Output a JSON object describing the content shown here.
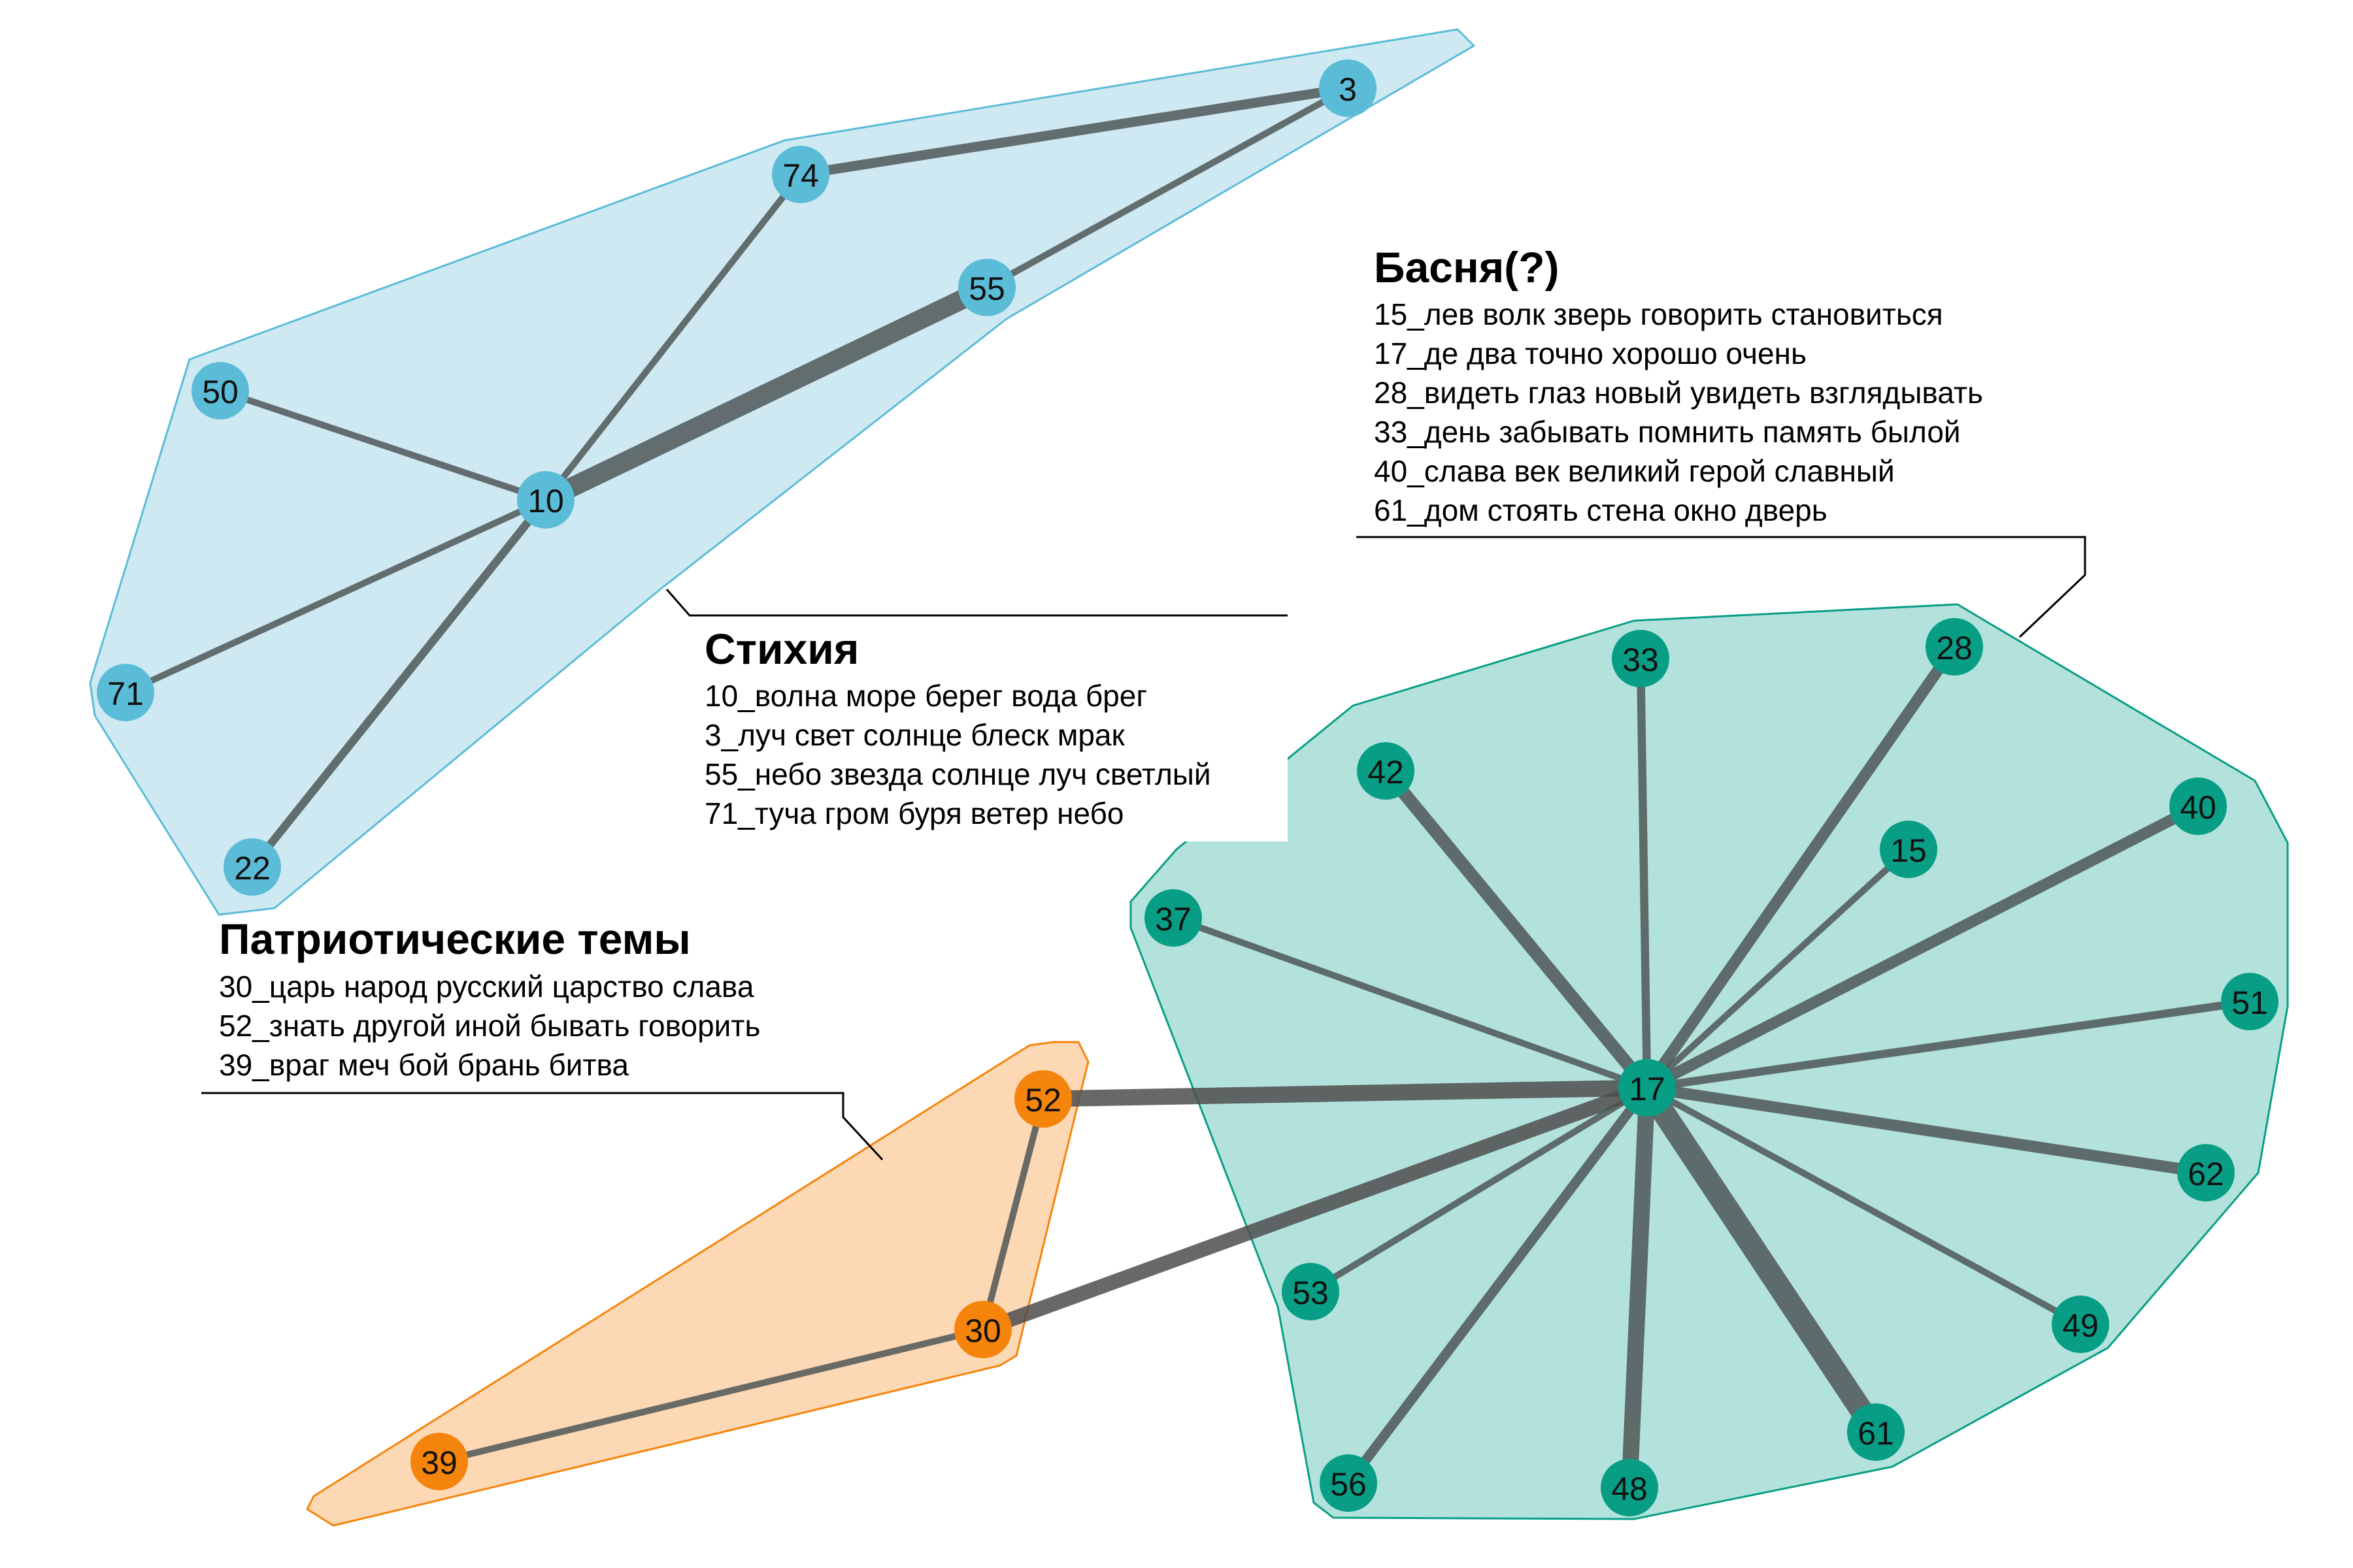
{
  "clusters": [
    {
      "id": "stikhiya",
      "name": "Стихия",
      "color": "#5bbcd8",
      "lines": [
        "10_волна море берег вода брег",
        "3_луч свет солнце блеск мрак",
        "55_небо звезда солнце луч светлый",
        "71_туча гром буря ветер небо"
      ]
    },
    {
      "id": "basnya",
      "name": "Басня(?)",
      "color": "#089e86",
      "lines": [
        "15_лев волк зверь говорить становиться",
        "17_де два точно хорошо очень",
        "28_видеть глаз новый увидеть взглядывать",
        "33_день забывать помнить память былой",
        "40_слава век великий герой славный",
        "61_дом стоять стена окно дверь"
      ]
    },
    {
      "id": "patriot",
      "name": "Патриотические темы",
      "color": "#f5840c",
      "lines": [
        "30_царь народ русский царство слава",
        "52_знать другой иной бывать говорить",
        "39_враг меч бой брань битва"
      ]
    }
  ],
  "nodes": [
    {
      "id": "3",
      "label": "3",
      "cluster": "stikhiya"
    },
    {
      "id": "74",
      "label": "74",
      "cluster": "stikhiya"
    },
    {
      "id": "55",
      "label": "55",
      "cluster": "stikhiya"
    },
    {
      "id": "50",
      "label": "50",
      "cluster": "stikhiya"
    },
    {
      "id": "10",
      "label": "10",
      "cluster": "stikhiya"
    },
    {
      "id": "71",
      "label": "71",
      "cluster": "stikhiya"
    },
    {
      "id": "22",
      "label": "22",
      "cluster": "stikhiya"
    },
    {
      "id": "33",
      "label": "33",
      "cluster": "basnya"
    },
    {
      "id": "28",
      "label": "28",
      "cluster": "basnya"
    },
    {
      "id": "42",
      "label": "42",
      "cluster": "basnya"
    },
    {
      "id": "15",
      "label": "15",
      "cluster": "basnya"
    },
    {
      "id": "40",
      "label": "40",
      "cluster": "basnya"
    },
    {
      "id": "37",
      "label": "37",
      "cluster": "basnya"
    },
    {
      "id": "51",
      "label": "51",
      "cluster": "basnya"
    },
    {
      "id": "17",
      "label": "17",
      "cluster": "basnya"
    },
    {
      "id": "62",
      "label": "62",
      "cluster": "basnya"
    },
    {
      "id": "53",
      "label": "53",
      "cluster": "basnya"
    },
    {
      "id": "49",
      "label": "49",
      "cluster": "basnya"
    },
    {
      "id": "61",
      "label": "61",
      "cluster": "basnya"
    },
    {
      "id": "56",
      "label": "56",
      "cluster": "basnya"
    },
    {
      "id": "48",
      "label": "48",
      "cluster": "basnya"
    },
    {
      "id": "52",
      "label": "52",
      "cluster": "patriot"
    },
    {
      "id": "30",
      "label": "30",
      "cluster": "patriot"
    },
    {
      "id": "39",
      "label": "39",
      "cluster": "patriot"
    }
  ],
  "edges": [
    {
      "source": "74",
      "target": "3",
      "weight": 3
    },
    {
      "source": "55",
      "target": "3",
      "weight": 2
    },
    {
      "source": "10",
      "target": "55",
      "weight": 6
    },
    {
      "source": "10",
      "target": "74",
      "weight": 2
    },
    {
      "source": "10",
      "target": "50",
      "weight": 2
    },
    {
      "source": "10",
      "target": "71",
      "weight": 2
    },
    {
      "source": "10",
      "target": "22",
      "weight": 2.5
    },
    {
      "source": "17",
      "target": "33",
      "weight": 2.5
    },
    {
      "source": "17",
      "target": "28",
      "weight": 3.5
    },
    {
      "source": "17",
      "target": "42",
      "weight": 4
    },
    {
      "source": "17",
      "target": "15",
      "weight": 2
    },
    {
      "source": "17",
      "target": "40",
      "weight": 3.5
    },
    {
      "source": "17",
      "target": "37",
      "weight": 2
    },
    {
      "source": "17",
      "target": "51",
      "weight": 2.5
    },
    {
      "source": "17",
      "target": "62",
      "weight": 3.5
    },
    {
      "source": "17",
      "target": "53",
      "weight": 2
    },
    {
      "source": "17",
      "target": "49",
      "weight": 2
    },
    {
      "source": "17",
      "target": "61",
      "weight": 7
    },
    {
      "source": "17",
      "target": "56",
      "weight": 3
    },
    {
      "source": "17",
      "target": "48",
      "weight": 5
    },
    {
      "source": "17",
      "target": "52",
      "weight": 5
    },
    {
      "source": "17",
      "target": "30",
      "weight": 4.5
    },
    {
      "source": "52",
      "target": "30",
      "weight": 2
    },
    {
      "source": "30",
      "target": "39",
      "weight": 2
    }
  ]
}
